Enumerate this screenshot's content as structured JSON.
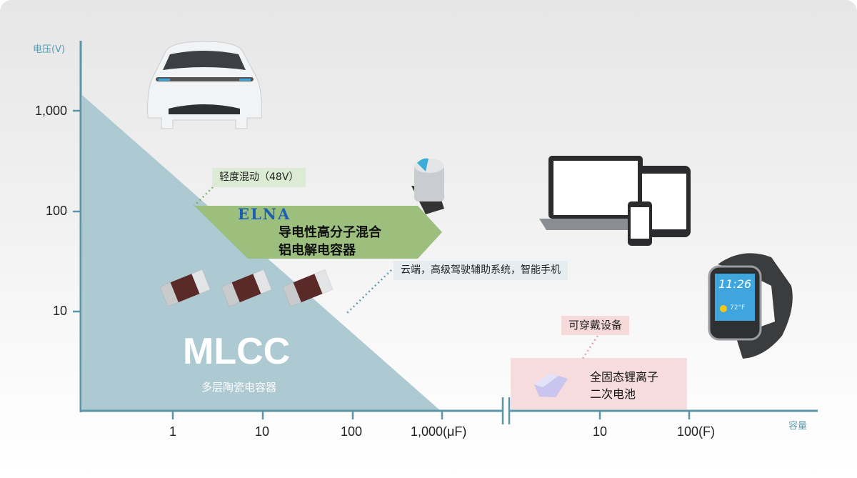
{
  "axes": {
    "y_title": "电压(V)",
    "x_title": "容量",
    "y_ticks": [
      "1,000",
      "100",
      "10"
    ],
    "x_ticks_left": [
      "1",
      "10",
      "100",
      "1,000(μF)"
    ],
    "x_ticks_right": [
      "10",
      "100(F)"
    ]
  },
  "mlcc": {
    "title": "MLCC",
    "subtitle": "多层陶瓷电容器"
  },
  "elna": {
    "brand": "ELNA",
    "line1": "导电性高分子混合",
    "line2": "铝电解电容器",
    "application_48v": "轻度混动（48V）",
    "application_cloud": "云端，高级驾驶辅助系统，智能手机"
  },
  "battery": {
    "line1": "全固态锂离子",
    "line2": "二次电池",
    "application": "可穿戴设备"
  },
  "watch": {
    "time": "11:26",
    "temp": "72°F"
  },
  "colors": {
    "mlcc": "#adc9d2",
    "elna": "#9dbf7e",
    "battery": "#f6dcdc",
    "axis": "#5b95a8"
  }
}
